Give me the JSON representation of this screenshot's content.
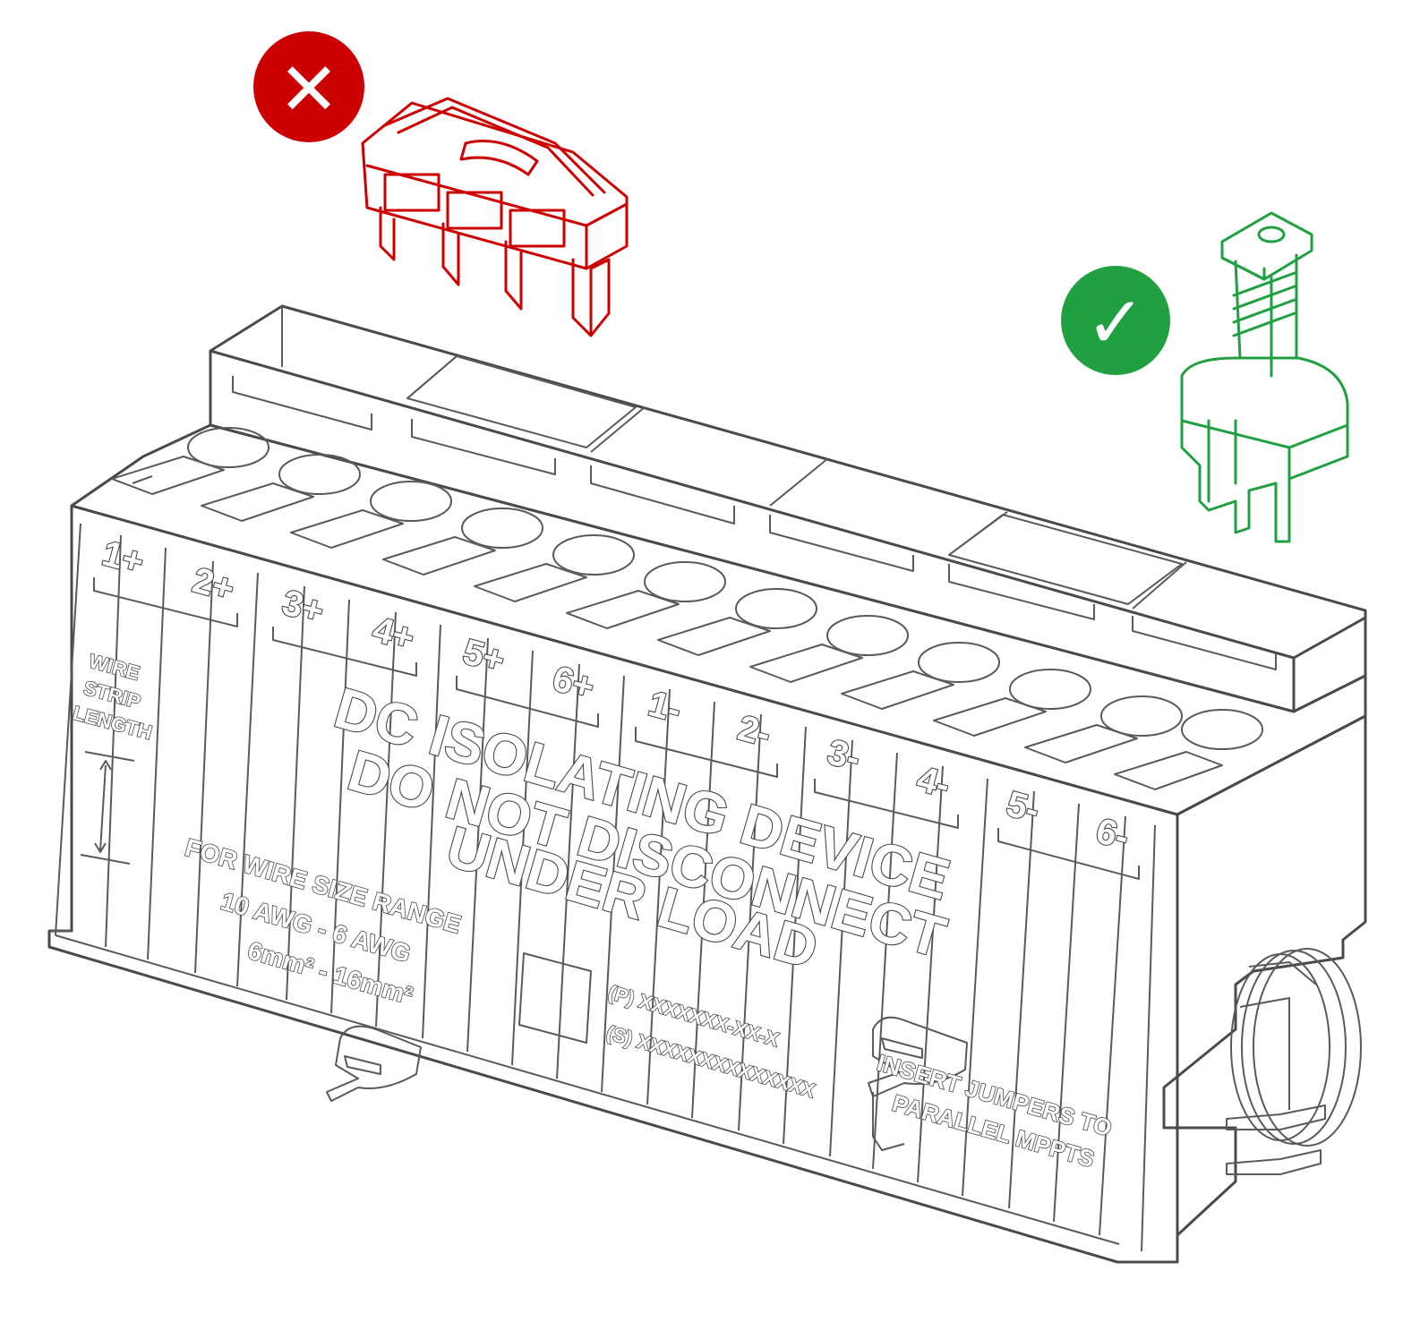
{
  "labels": {
    "terminals_pos": [
      "1+",
      "2+",
      "3+",
      "4+",
      "5+",
      "6+"
    ],
    "terminals_neg": [
      "1-",
      "2-",
      "3-",
      "4-",
      "5-",
      "6-"
    ],
    "warning_line1": "DC ISOLATING DEVICE",
    "warning_line2": "DO NOT DISCONNECT",
    "warning_line3": "UNDER LOAD",
    "strip_line1": "WIRE",
    "strip_line2": "STRIP",
    "strip_line3": "LENGTH",
    "wire_range_line1": "FOR WIRE SIZE RANGE",
    "wire_range_line2": "10 AWG - 6 AWG",
    "wire_range_line3": "6mm² - 16mm²",
    "part_p": "(P) XXXXXXX-XX-X",
    "part_s": "(S) XXXXXXXXXXXXXX",
    "jumper_line1": "INSERT JUMPERS TO",
    "jumper_line2": "PARALLEL MPPTS"
  },
  "badges": {
    "wrong": {
      "symbol": "✕",
      "color": "#cc0000"
    },
    "right": {
      "symbol": "✓",
      "color": "#20a040"
    }
  },
  "icons": [
    "wrong-jumper-icon",
    "correct-jumper-icon"
  ]
}
